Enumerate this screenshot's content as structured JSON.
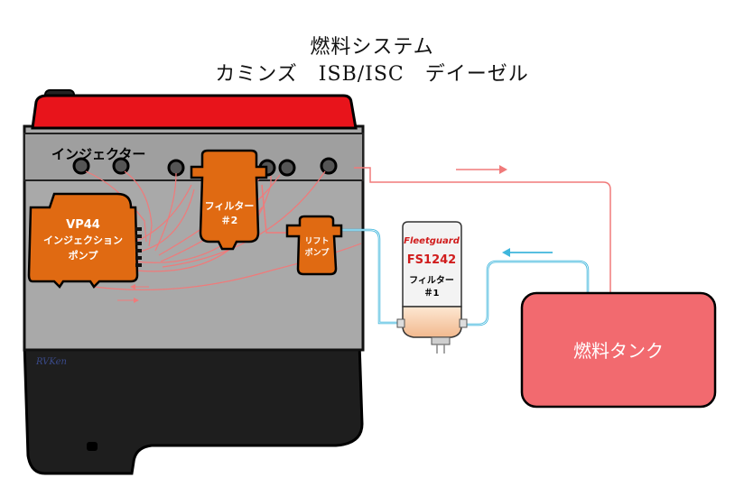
{
  "title": {
    "line1": "燃料システム",
    "line2": "カミンズ　ISB/ISC　デイーゼル"
  },
  "engine": {
    "injectors_label": "インジェクター",
    "signature": "RVKen"
  },
  "components": {
    "vp44": {
      "line1": "VP44",
      "line2": "インジェクション",
      "line3": "ポンプ"
    },
    "filter2": {
      "line1": "フィルター",
      "line2": "＃2"
    },
    "lift_pump": {
      "line1": "リフト",
      "line2": "ポンプ"
    },
    "filter1": {
      "brand": "Fleetguard",
      "model": "FS1242",
      "line1": "フィルター",
      "line2": "＃1"
    },
    "tank": {
      "label": "燃料タンク"
    }
  },
  "colors": {
    "engine_red": "#e8141b",
    "engine_gray": "#a9a9a9",
    "engine_black": "#1e1e1e",
    "component_orange": "#e06a12",
    "tank_fill": "#f26a6f",
    "supply_line": "#3fb6dc",
    "return_line": "#f07a7a"
  }
}
